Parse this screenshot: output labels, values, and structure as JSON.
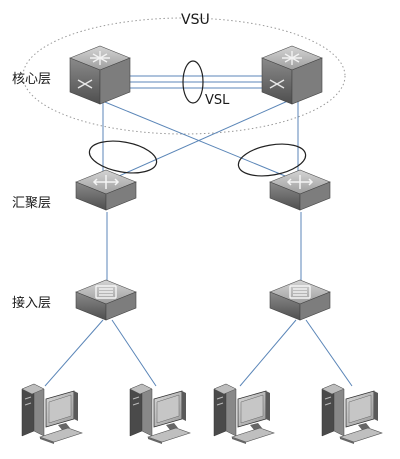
{
  "labels": {
    "vsu": "VSU",
    "vsl": "VSL",
    "core_layer": "核心层",
    "aggregation_layer": "汇聚层",
    "access_layer": "接入层"
  },
  "colors": {
    "link": "#5b86b8",
    "device_top": "#b5b5b5",
    "device_side": "#6b6b6b",
    "device_front": "#8c8c8c",
    "ellipse": "#222222",
    "vsu_boundary": "#999999",
    "text": "#1a1a1a"
  },
  "icons": {
    "core_switch": "core-switch-icon",
    "aggregation_switch": "aggregation-switch-icon",
    "access_switch": "access-switch-icon",
    "computer": "desktop-computer-icon"
  }
}
